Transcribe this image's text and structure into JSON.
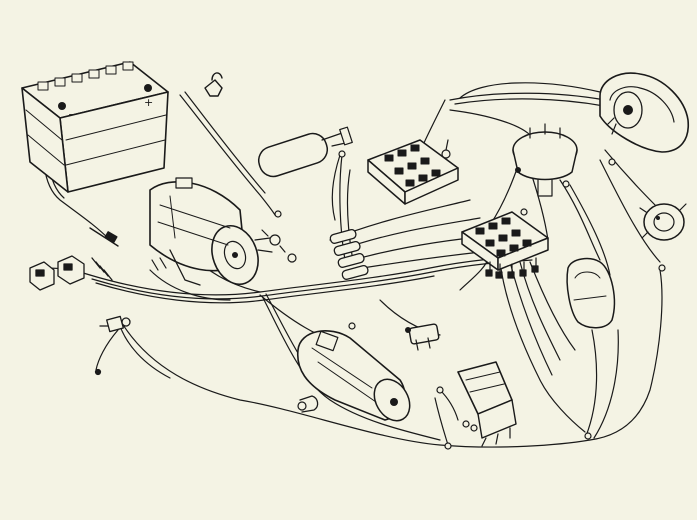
{
  "diagram": {
    "components": [
      {
        "id": "battery",
        "name": "battery",
        "terminal_labels": [
          "−",
          "+"
        ]
      },
      {
        "id": "dynamo",
        "name": "dynamo"
      },
      {
        "id": "ignition-coil",
        "name": "ignition-coil"
      },
      {
        "id": "distributor",
        "name": "distributor"
      },
      {
        "id": "fuse-block-upper",
        "name": "fuse-block"
      },
      {
        "id": "fuse-block-lower",
        "name": "fuse-block"
      },
      {
        "id": "headlamp",
        "name": "headlamp"
      },
      {
        "id": "wiper-motor",
        "name": "wiper-motor"
      },
      {
        "id": "tail-lamp",
        "name": "tail-lamp"
      },
      {
        "id": "starter-motor",
        "name": "starter-motor"
      },
      {
        "id": "voltage-regulator",
        "name": "voltage-regulator"
      },
      {
        "id": "flasher-relay",
        "name": "flasher-relay"
      },
      {
        "id": "connectors",
        "name": "connector-blocks"
      },
      {
        "id": "oil-pressure-switch",
        "name": "oil-pressure-switch"
      },
      {
        "id": "wiring-harness",
        "name": "wiring-harness"
      }
    ],
    "colors": {
      "paper": "#f4f3e4",
      "ink": "#1a1a1a"
    }
  }
}
